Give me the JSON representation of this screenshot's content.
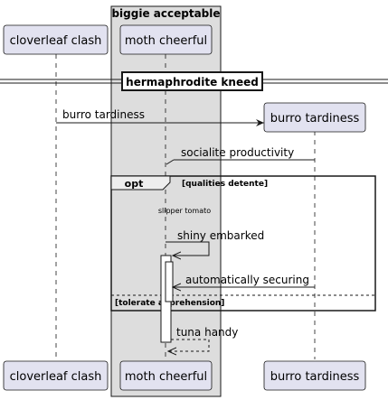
{
  "box": {
    "title": "biggie acceptable"
  },
  "participants": {
    "clash": "cloverleaf clash",
    "moth": "moth cheerful",
    "burro": "burro tardiness"
  },
  "divider": {
    "label": "hermaphrodite kneed"
  },
  "messages": {
    "m1": "burro tardiness",
    "m2": "socialite productivity",
    "m3": "shiny embarked",
    "m4": "automatically securing",
    "m5": "tuna handy"
  },
  "opt": {
    "keyword": "opt",
    "guard": "[qualities detente]",
    "else_guard": "[tolerate apprehension]"
  },
  "note": {
    "text": "slipper tomato"
  },
  "colors": {
    "participant_fill": "#e2e2f0",
    "participant_border": "#181818",
    "box_fill": "#dddddd",
    "lifeline": "#181818",
    "line": "#181818"
  }
}
